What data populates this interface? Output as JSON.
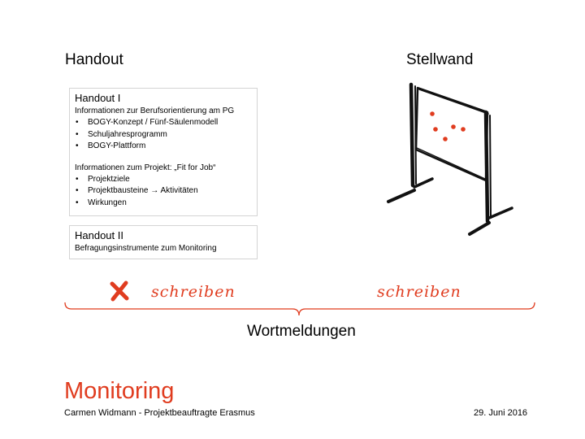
{
  "headings": {
    "handout": "Handout",
    "stellwand": "Stellwand"
  },
  "handout_1": {
    "title": "Handout I",
    "intro": "Informationen zur Berufsorientierung am PG",
    "items_1": [
      "BOGY-Konzept / Fünf-Säulenmodell",
      "Schuljahresprogramm",
      "BOGY-Plattform"
    ],
    "project_intro": "Informationen zum Projekt: „Fit for Job“",
    "items_2": [
      "Projektziele",
      "Projektbausteine → Aktivitäten",
      "Wirkungen"
    ]
  },
  "handout_2": {
    "title": "Handout II",
    "text": "Befragungsinstrumente zum Monitoring"
  },
  "annotations": {
    "left_write": "schreiben",
    "right_write": "schreiben",
    "brace_label": "Wortmeldungen"
  },
  "footer": {
    "title": "Monitoring",
    "author": "Carmen Widmann - Projektbeauftragte Erasmus",
    "date": "29. Juni 2016"
  },
  "colors": {
    "accent": "#e03c1f",
    "box_border": "#d4d4d4",
    "brace": "#e03c1f"
  },
  "icons": {
    "cross": "cross-icon",
    "stellwand": "pinboard-illustration"
  }
}
